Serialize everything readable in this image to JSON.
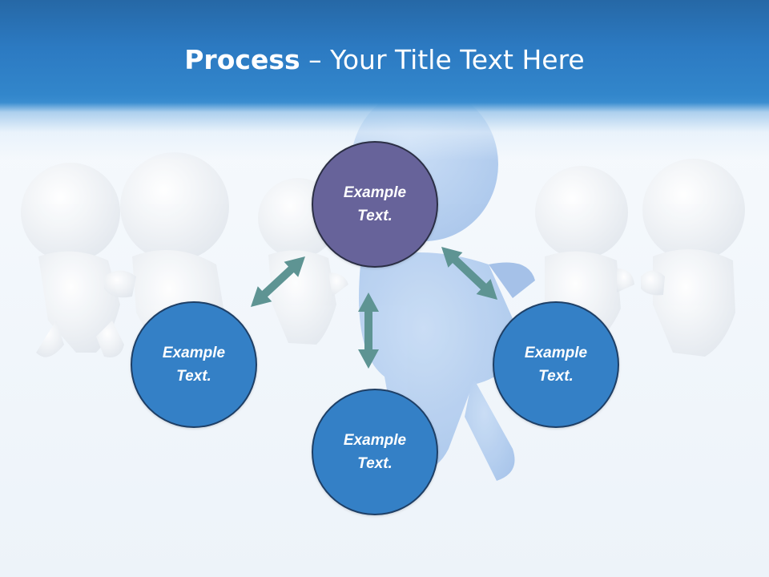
{
  "slide": {
    "title_bold": "Process",
    "title_rest": " – Your Title Text Here"
  },
  "diagram": {
    "nodes": [
      {
        "id": "top",
        "line1": "Example",
        "line2": "Text.",
        "color": "#67639a"
      },
      {
        "id": "left",
        "line1": "Example",
        "line2": "Text.",
        "color": "#3480c6"
      },
      {
        "id": "bottom",
        "line1": "Example",
        "line2": "Text.",
        "color": "#3480c6"
      },
      {
        "id": "right",
        "line1": "Example",
        "line2": "Text.",
        "color": "#3480c6"
      }
    ],
    "arrow_color": "#5e9493",
    "arrows": [
      "top-left",
      "top-bottom",
      "top-right"
    ]
  },
  "background": {
    "description_icons": [
      "person-figure-icon"
    ],
    "figure_color": "#ffffff",
    "lead_figure_color": "#6f9fe0"
  }
}
